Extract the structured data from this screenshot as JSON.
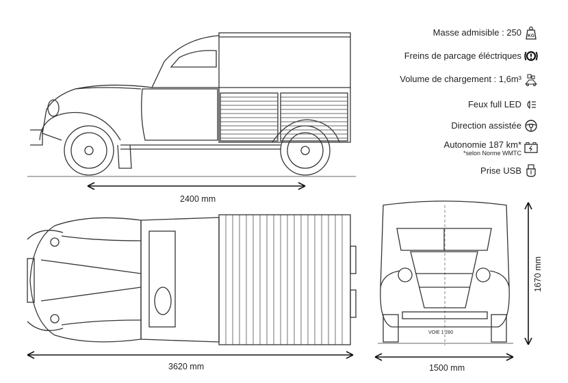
{
  "specs": [
    {
      "label": "Masse admisible : 250",
      "icon": "weight-kg-icon"
    },
    {
      "label": "Freins de parcage éléctriques",
      "icon": "parking-brake-icon"
    },
    {
      "label": "Volume de chargement : 1,6m³",
      "icon": "cargo-volume-icon"
    },
    {
      "label": "Feux full LED",
      "icon": "headlight-led-icon"
    },
    {
      "label": "Direction assistée",
      "icon": "steering-wheel-icon"
    },
    {
      "label": "Autonomie 187 km*",
      "note": "*selon Norme WMTC",
      "icon": "battery-icon"
    },
    {
      "label": "Prise USB",
      "icon": "usb-icon"
    }
  ],
  "dimensions": {
    "wheelbase": "2400 mm",
    "length": "3620 mm",
    "width": "1500 mm",
    "height": "1670 mm",
    "track": "VOIE 1 260"
  }
}
